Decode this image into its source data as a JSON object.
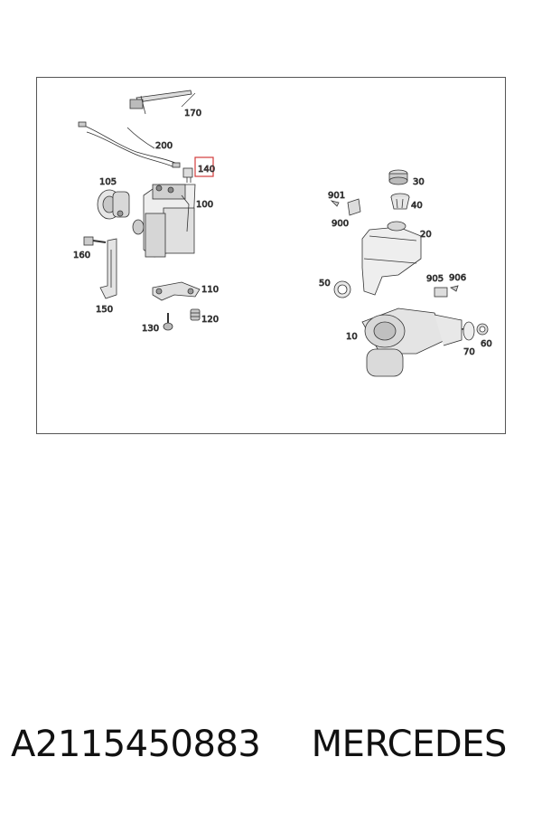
{
  "diagram": {
    "callouts": {
      "c170": "170",
      "c200": "200",
      "c140": "140",
      "c105": "105",
      "c100": "100",
      "c160": "160",
      "c150": "150",
      "c110": "110",
      "c120": "120",
      "c130": "130",
      "c30": "30",
      "c40": "40",
      "c901": "901",
      "c900": "900",
      "c20": "20",
      "c50": "50",
      "c905": "905",
      "c906": "906",
      "c10": "10",
      "c70": "70",
      "c60": "60"
    },
    "highlighted_callout": "140",
    "highlight_color": "#d23b3b"
  },
  "footer": {
    "part_number": "A2115450883",
    "brand": "MERCEDES"
  }
}
